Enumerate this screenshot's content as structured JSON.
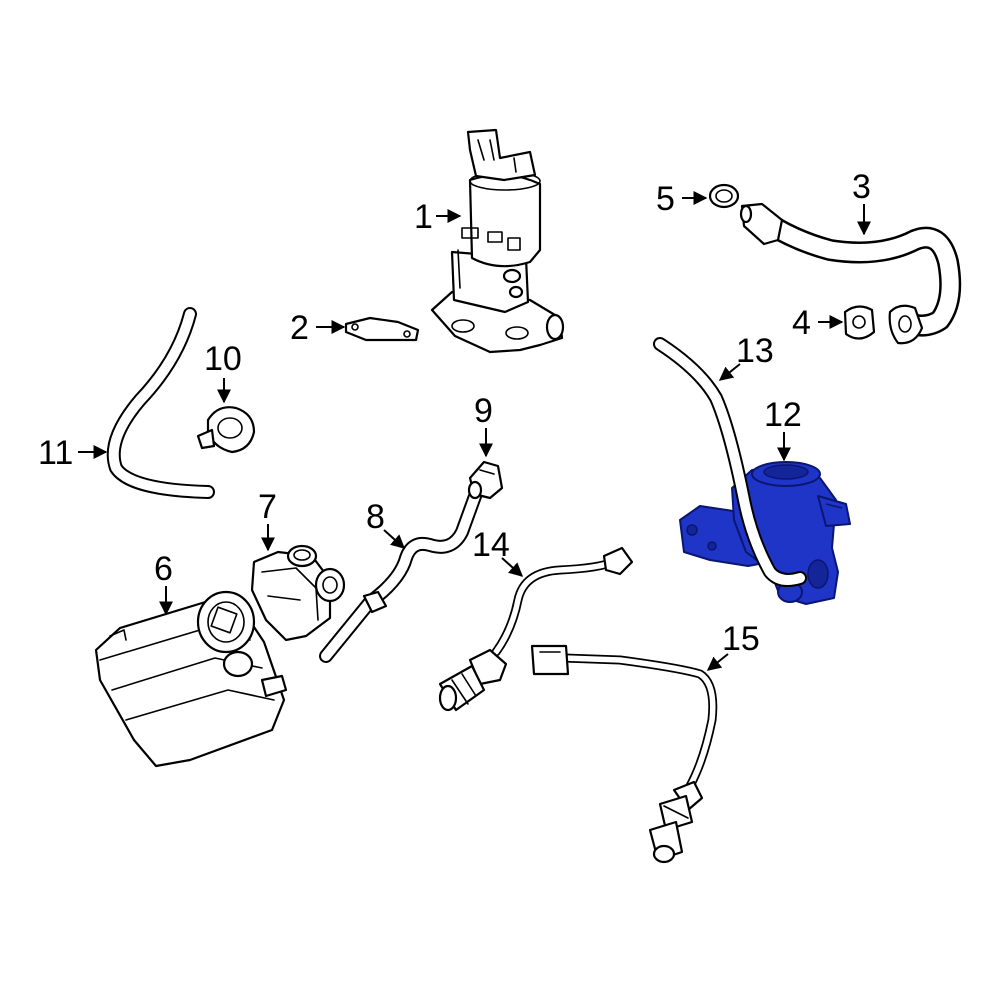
{
  "diagram": {
    "highlight_color": "#1e35c8",
    "callouts": [
      {
        "label": "1"
      },
      {
        "label": "2"
      },
      {
        "label": "3"
      },
      {
        "label": "4"
      },
      {
        "label": "5"
      },
      {
        "label": "6"
      },
      {
        "label": "7"
      },
      {
        "label": "8"
      },
      {
        "label": "9"
      },
      {
        "label": "10"
      },
      {
        "label": "11"
      },
      {
        "label": "12"
      },
      {
        "label": "13"
      },
      {
        "label": "14"
      },
      {
        "label": "15"
      }
    ]
  }
}
